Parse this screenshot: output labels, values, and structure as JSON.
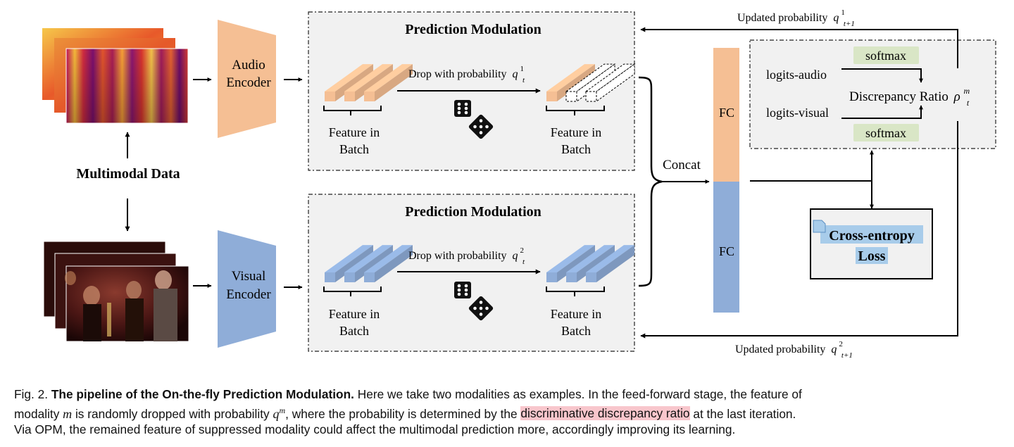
{
  "diagram": {
    "inputs": {
      "title": "Multimodal Data"
    },
    "encoders": {
      "audio": [
        "Audio",
        "Encoder"
      ],
      "visual": [
        "Visual",
        "Encoder"
      ]
    },
    "modulation": {
      "top": {
        "title": "Prediction Modulation",
        "drop_label": "Drop with probability",
        "prob_symbol": "q",
        "prob_sup": "1",
        "prob_sub": "t",
        "feature_in": [
          "Feature in",
          "Batch"
        ],
        "feature_out": [
          "Feature in",
          "Batch"
        ]
      },
      "bottom": {
        "title": "Prediction Modulation",
        "drop_label": "Drop with probability",
        "prob_symbol": "q",
        "prob_sup": "2",
        "prob_sub": "t",
        "feature_in": [
          "Feature in",
          "Batch"
        ],
        "feature_out": [
          "Feature in",
          "Batch"
        ]
      }
    },
    "fusion": {
      "concat": "Concat",
      "fc_top": "FC",
      "fc_bottom": "FC"
    },
    "ratio": {
      "logits_audio": "logits-audio",
      "logits_visual": "logits-visual",
      "softmax_top": "softmax",
      "softmax_bottom": "softmax",
      "label": "Discrepancy Ratio",
      "symbol": "ρ",
      "sup": "m",
      "sub": "t"
    },
    "loss": [
      "Cross-entropy",
      "Loss"
    ],
    "feedback": {
      "top_label": "Updated probability",
      "top_symbol": "q",
      "top_sup": "1",
      "top_sub": "t+1",
      "bottom_label": "Updated probability",
      "bottom_symbol": "q",
      "bottom_sup": "2",
      "bottom_sub": "t+1"
    },
    "colors": {
      "audio": "#f5bf94",
      "visual": "#8fadd8",
      "softmax": "#d9e6c6",
      "loss_highlight": "#a8ccea",
      "caption_highlight": "#f8c6cc"
    }
  },
  "caption": {
    "fig_label": "Fig. 2.",
    "title": "The pipeline of the On-the-fly Prediction Modulation.",
    "line1_rest": " Here we take two modalities as examples. In the feed-forward stage, the feature of",
    "line2_a": "modality ",
    "line2_m": "m",
    "line2_b": " is randomly dropped with probability ",
    "line2_q": "q",
    "line2_q_sup": "m",
    "line2_c": ", where the probability is determined by the ",
    "line2_highlight": "discriminative discrepancy ratio",
    "line2_d": " at the last iteration.",
    "line3": "Via OPM, the remained feature of suppressed modality could affect the multimodal prediction more, accordingly improving its learning."
  }
}
